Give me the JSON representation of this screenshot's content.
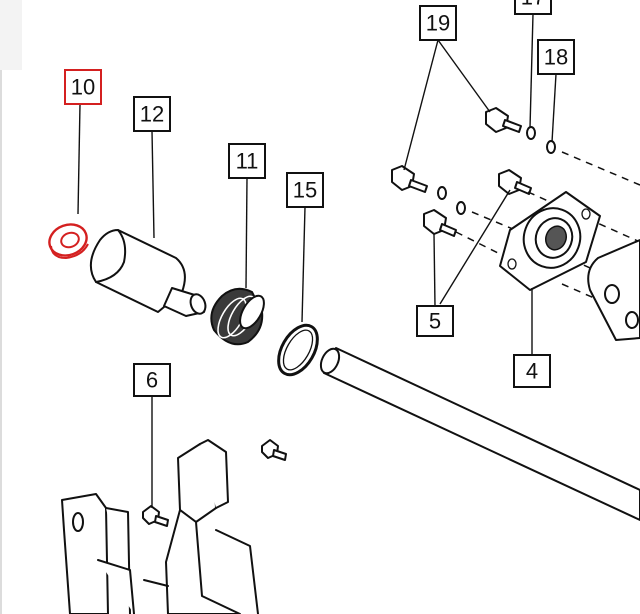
{
  "diagram": {
    "highlight_color": "#d42020",
    "ink_color": "#111111",
    "callouts": [
      {
        "id": "c10",
        "label": "10",
        "highlighted": true
      },
      {
        "id": "c12",
        "label": "12",
        "highlighted": false
      },
      {
        "id": "c11",
        "label": "11",
        "highlighted": false
      },
      {
        "id": "c15",
        "label": "15",
        "highlighted": false
      },
      {
        "id": "c19",
        "label": "19",
        "highlighted": false
      },
      {
        "id": "c17",
        "label": "17",
        "highlighted": false
      },
      {
        "id": "c18",
        "label": "18",
        "highlighted": false
      },
      {
        "id": "c5",
        "label": "5",
        "highlighted": false
      },
      {
        "id": "c4",
        "label": "4",
        "highlighted": false
      },
      {
        "id": "c6",
        "label": "6",
        "highlighted": false
      }
    ]
  }
}
